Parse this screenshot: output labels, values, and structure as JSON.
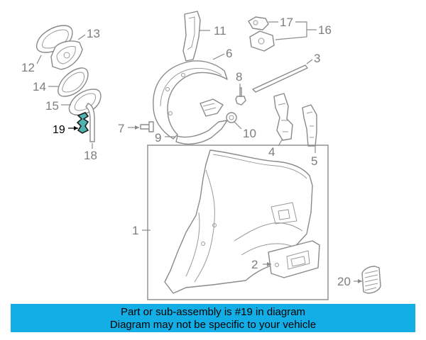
{
  "parts": [
    {
      "id": "part-1",
      "number": "1"
    },
    {
      "id": "part-2",
      "number": "2"
    },
    {
      "id": "part-3",
      "number": "3"
    },
    {
      "id": "part-4",
      "number": "4"
    },
    {
      "id": "part-5",
      "number": "5"
    },
    {
      "id": "part-6",
      "number": "6"
    },
    {
      "id": "part-7",
      "number": "7"
    },
    {
      "id": "part-8",
      "number": "8"
    },
    {
      "id": "part-9",
      "number": "9"
    },
    {
      "id": "part-10",
      "number": "10"
    },
    {
      "id": "part-11",
      "number": "11"
    },
    {
      "id": "part-12",
      "number": "12"
    },
    {
      "id": "part-13",
      "number": "13"
    },
    {
      "id": "part-14",
      "number": "14"
    },
    {
      "id": "part-15",
      "number": "15"
    },
    {
      "id": "part-16",
      "number": "16"
    },
    {
      "id": "part-17",
      "number": "17"
    },
    {
      "id": "part-18",
      "number": "18"
    },
    {
      "id": "part-19",
      "number": "19",
      "highlighted": true
    },
    {
      "id": "part-20",
      "number": "20"
    }
  ],
  "banner": {
    "line1": "Part or sub-assembly is #19 in diagram",
    "line2": "Diagram may not be specific to your vehicle",
    "background_color": "#13aee6"
  },
  "colors": {
    "highlight_fill": "#4fb3b0",
    "line": "#8a8a8a"
  }
}
